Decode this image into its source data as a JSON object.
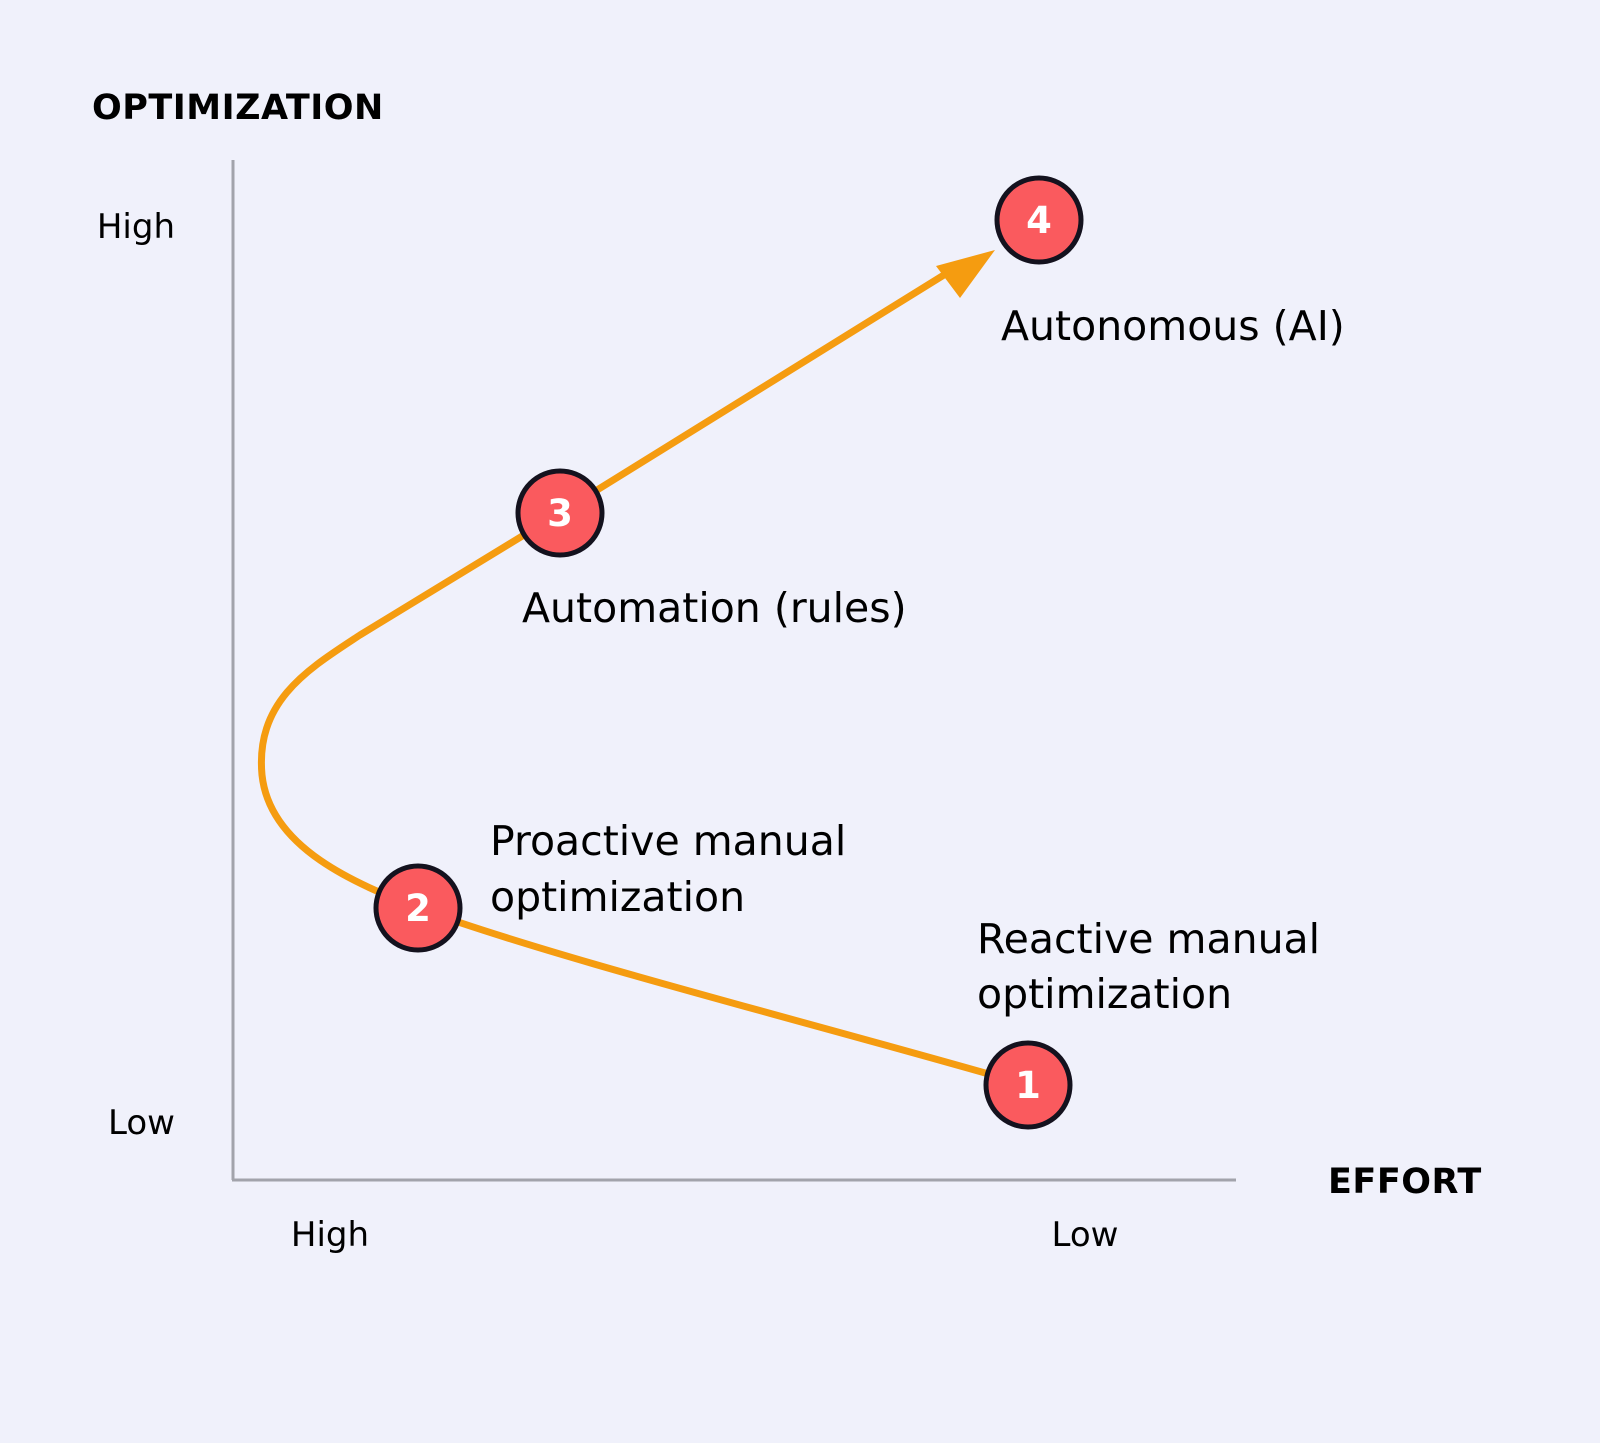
{
  "diagram": {
    "y_axis": {
      "title": "OPTIMIZATION",
      "high_label": "High",
      "low_label": "Low"
    },
    "x_axis": {
      "title": "EFFORT",
      "high_label": "High",
      "low_label": "Low"
    },
    "stages": [
      {
        "number": "1",
        "label_lines": [
          "Reactive manual",
          "optimization"
        ]
      },
      {
        "number": "2",
        "label_lines": [
          "Proactive manual",
          "optimization"
        ]
      },
      {
        "number": "3",
        "label_lines": [
          "Automation (rules)"
        ]
      },
      {
        "number": "4",
        "label_lines": [
          "Autonomous (AI)"
        ]
      }
    ],
    "colors": {
      "background": "#f0f1fb",
      "path": "#f59c10",
      "marker_fill": "#fa5a5e",
      "marker_stroke": "#14121e",
      "axis": "#a2a3ab",
      "text": "#14121e"
    }
  }
}
